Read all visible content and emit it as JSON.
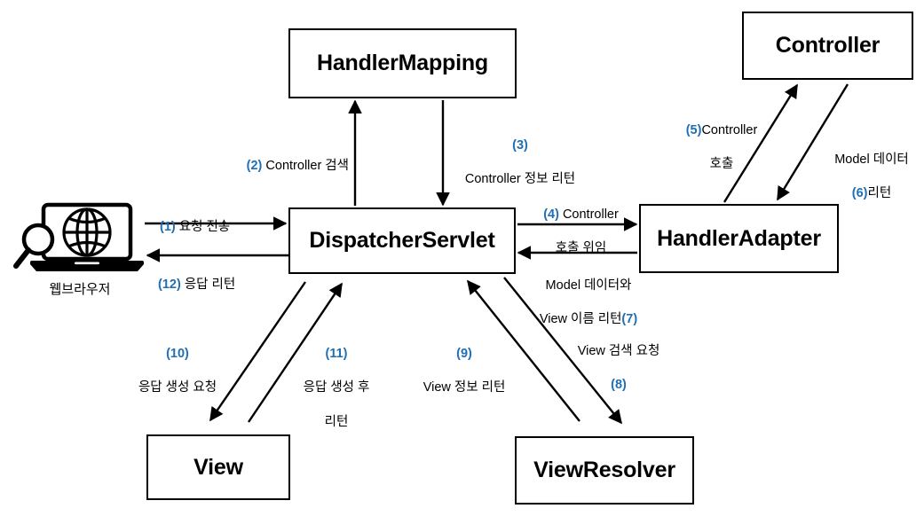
{
  "diagram": {
    "title": "Spring MVC Request Processing Flow",
    "accent_color": "#1f6fb5",
    "line_color": "#000000",
    "background": "#ffffff"
  },
  "nodes": {
    "browser": {
      "label": "웹브라우저",
      "icon": "laptop-globe-search-icon"
    },
    "handler_mapping": {
      "label": "HandlerMapping"
    },
    "controller": {
      "label": "Controller"
    },
    "dispatcher_servlet": {
      "label": "DispatcherServlet"
    },
    "handler_adapter": {
      "label": "HandlerAdapter"
    },
    "view": {
      "label": "View"
    },
    "view_resolver": {
      "label": "ViewResolver"
    }
  },
  "edges": [
    {
      "id": "e1",
      "num": "(1)",
      "text": " 요청 전송",
      "from": "browser",
      "to": "dispatcher_servlet"
    },
    {
      "id": "e2",
      "num": "(2)",
      "text": " Controller 검색",
      "from": "dispatcher_servlet",
      "to": "handler_mapping"
    },
    {
      "id": "e3",
      "num": "(3)",
      "text": "Controller 정보 리턴",
      "from": "handler_mapping",
      "to": "dispatcher_servlet"
    },
    {
      "id": "e4",
      "num": "(4)",
      "text": " Controller\n호출 위임",
      "from": "dispatcher_servlet",
      "to": "handler_adapter"
    },
    {
      "id": "e5",
      "num": "(5)",
      "text": "Controller\n호출",
      "from": "handler_adapter",
      "to": "controller"
    },
    {
      "id": "e6",
      "num": "(6)",
      "text": "Model 데이터\n리턴",
      "from": "controller",
      "to": "handler_adapter"
    },
    {
      "id": "e7",
      "num": "(7)",
      "text": "Model 데이터와\nView 이름 리턴",
      "from": "handler_adapter",
      "to": "dispatcher_servlet"
    },
    {
      "id": "e8",
      "num": "(8)",
      "text": "View 검색 요청",
      "from": "dispatcher_servlet",
      "to": "view_resolver"
    },
    {
      "id": "e9",
      "num": "(9)",
      "text": "View 정보 리턴",
      "from": "view_resolver",
      "to": "dispatcher_servlet"
    },
    {
      "id": "e10",
      "num": "(10)",
      "text": "응답 생성 요청",
      "from": "dispatcher_servlet",
      "to": "view"
    },
    {
      "id": "e11",
      "num": "(11)",
      "text": "응답 생성 후\n리턴",
      "from": "view",
      "to": "dispatcher_servlet"
    },
    {
      "id": "e12",
      "num": "(12)",
      "text": " 응답 리턴",
      "from": "dispatcher_servlet",
      "to": "browser"
    }
  ],
  "labels": {
    "l1_num": "(1)",
    "l1_text": " 요청 전송",
    "l2_num": "(2)",
    "l2_text": " Controller 검색",
    "l3_num": "(3)",
    "l3_text": "Controller 정보 리턴",
    "l4_num": "(4)",
    "l4_text": " Controller",
    "l4_text2": "호출 위임",
    "l5_num": "(5)",
    "l5_text": "Controller",
    "l5_text2": "호출",
    "l6_num": "(6)",
    "l6_text": "Model 데이터",
    "l6_text2": "리턴",
    "l7_num": "(7)",
    "l7_text": "Model 데이터와",
    "l7_text2": "View 이름 리턴",
    "l8_num": "(8)",
    "l8_text": "View 검색 요청",
    "l9_num": "(9)",
    "l9_text": "View 정보 리턴",
    "l10_num": "(10)",
    "l10_text": "응답 생성 요청",
    "l11_num": "(11)",
    "l11_text": "응답 생성 후",
    "l11_text2": "리턴",
    "l12_num": "(12)",
    "l12_text": " 응답 리턴"
  }
}
